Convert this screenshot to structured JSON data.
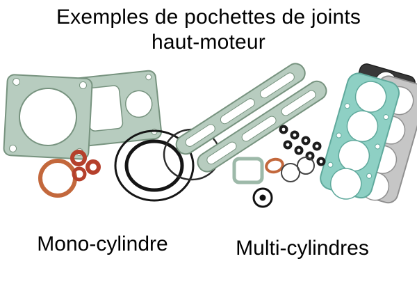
{
  "title": {
    "line1": "Exemples de pochettes de joints",
    "line2": "haut-moteur"
  },
  "captions": {
    "mono": "Mono-cylindre",
    "multi": "Multi-cylindres"
  },
  "photo": {
    "items": [
      "mono-cylinder-gasket-set",
      "multi-cylinder-gasket-set"
    ],
    "colors": {
      "gasket_green": "#b7ccbf",
      "gasket_green_edge": "#77937f",
      "head_gasket_teal": "#8ed0c4",
      "head_gasket_teal_edge": "#5fa99c",
      "oring_orange": "#c3683c",
      "oring_red": "#b5402c",
      "rubber_black": "#151515",
      "metal_gray": "#c6c6c6",
      "dark_gasket": "#383838",
      "background": "#ffffff"
    }
  }
}
